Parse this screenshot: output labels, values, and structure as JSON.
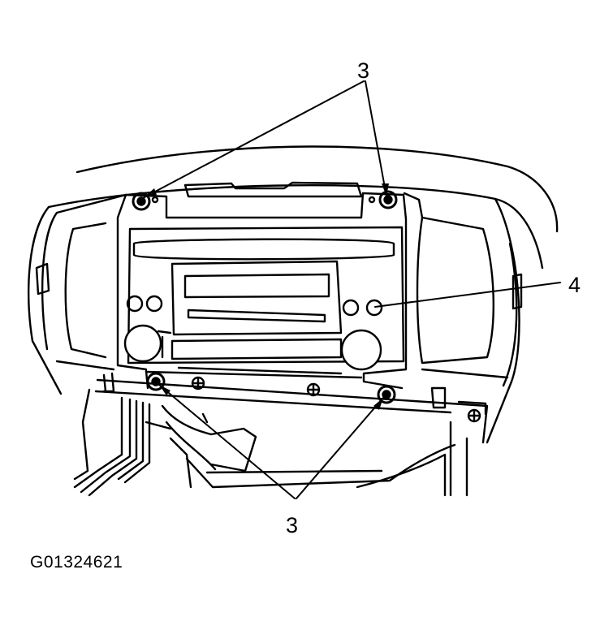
{
  "diagram": {
    "callouts": {
      "top": "3",
      "right": "4",
      "bottom": "3"
    },
    "figure_id": "G01324621"
  }
}
